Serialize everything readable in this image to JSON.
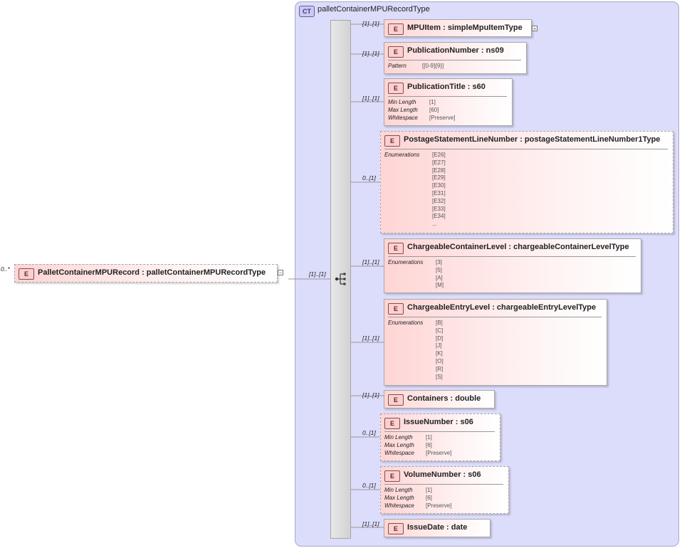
{
  "root": {
    "cardinality": "0..*",
    "badge": "E",
    "name": "PalletContainerMPURecord : palletContainerMPURecordType",
    "collapse_symbol": "−",
    "link_cardinality": "[1]..[1]"
  },
  "complex_type": {
    "badge": "CT",
    "name": "palletContainerMPURecordType"
  },
  "elements": [
    {
      "cardinality": "[1]..[1]",
      "badge": "E",
      "name": "MPUItem : simpleMpuItemType",
      "expand_symbol": "+",
      "facets": []
    },
    {
      "cardinality": "[1]..[1]",
      "badge": "E",
      "name": "PublicationNumber : ns09",
      "facets": [
        {
          "label": "Pattern",
          "values": [
            "[[0-9]{9}]"
          ]
        }
      ]
    },
    {
      "cardinality": "[1]..[1]",
      "badge": "E",
      "name": "PublicationTitle : s60",
      "facets": [
        {
          "label": "Min Length",
          "values": [
            "[1]"
          ]
        },
        {
          "label": "Max Length",
          "values": [
            "[60]"
          ]
        },
        {
          "label": "Whitespace",
          "values": [
            "[Preserve]"
          ]
        }
      ]
    },
    {
      "cardinality": "0..[1]",
      "badge": "E",
      "name": "PostageStatementLineNumber : postageStatementLineNumber1Type",
      "facets": [
        {
          "label": "Enumerations",
          "values": [
            "[E26]",
            "[E27]",
            "[E28]",
            "[E29]",
            "[E30]",
            "[E31]",
            "[E32]",
            "[E33]",
            "[E34]",
            "..."
          ]
        }
      ]
    },
    {
      "cardinality": "[1]..[1]",
      "badge": "E",
      "name": "ChargeableContainerLevel : chargeableContainerLevelType",
      "facets": [
        {
          "label": "Enumerations",
          "values": [
            "[3]",
            "[5]",
            "[A]",
            "[M]"
          ]
        }
      ]
    },
    {
      "cardinality": "[1]..[1]",
      "badge": "E",
      "name": "ChargeableEntryLevel : chargeableEntryLevelType",
      "facets": [
        {
          "label": "Enumerations",
          "values": [
            "[B]",
            "[C]",
            "[D]",
            "[J]",
            "[K]",
            "[O]",
            "[R]",
            "[S]"
          ]
        }
      ]
    },
    {
      "cardinality": "[1]..[1]",
      "badge": "E",
      "name": "Containers : double",
      "facets": []
    },
    {
      "cardinality": "0..[1]",
      "badge": "E",
      "name": "IssueNumber : s06",
      "facets": [
        {
          "label": "Min Length",
          "values": [
            "[1]"
          ]
        },
        {
          "label": "Max Length",
          "values": [
            "[6]"
          ]
        },
        {
          "label": "Whitespace",
          "values": [
            "[Preserve]"
          ]
        }
      ]
    },
    {
      "cardinality": "0..[1]",
      "badge": "E",
      "name": "VolumeNumber : s06",
      "facets": [
        {
          "label": "Min Length",
          "values": [
            "[1]"
          ]
        },
        {
          "label": "Max Length",
          "values": [
            "[6]"
          ]
        },
        {
          "label": "Whitespace",
          "values": [
            "[Preserve]"
          ]
        }
      ]
    },
    {
      "cardinality": "[1]..[1]",
      "badge": "E",
      "name": "IssueDate : date",
      "facets": []
    }
  ]
}
